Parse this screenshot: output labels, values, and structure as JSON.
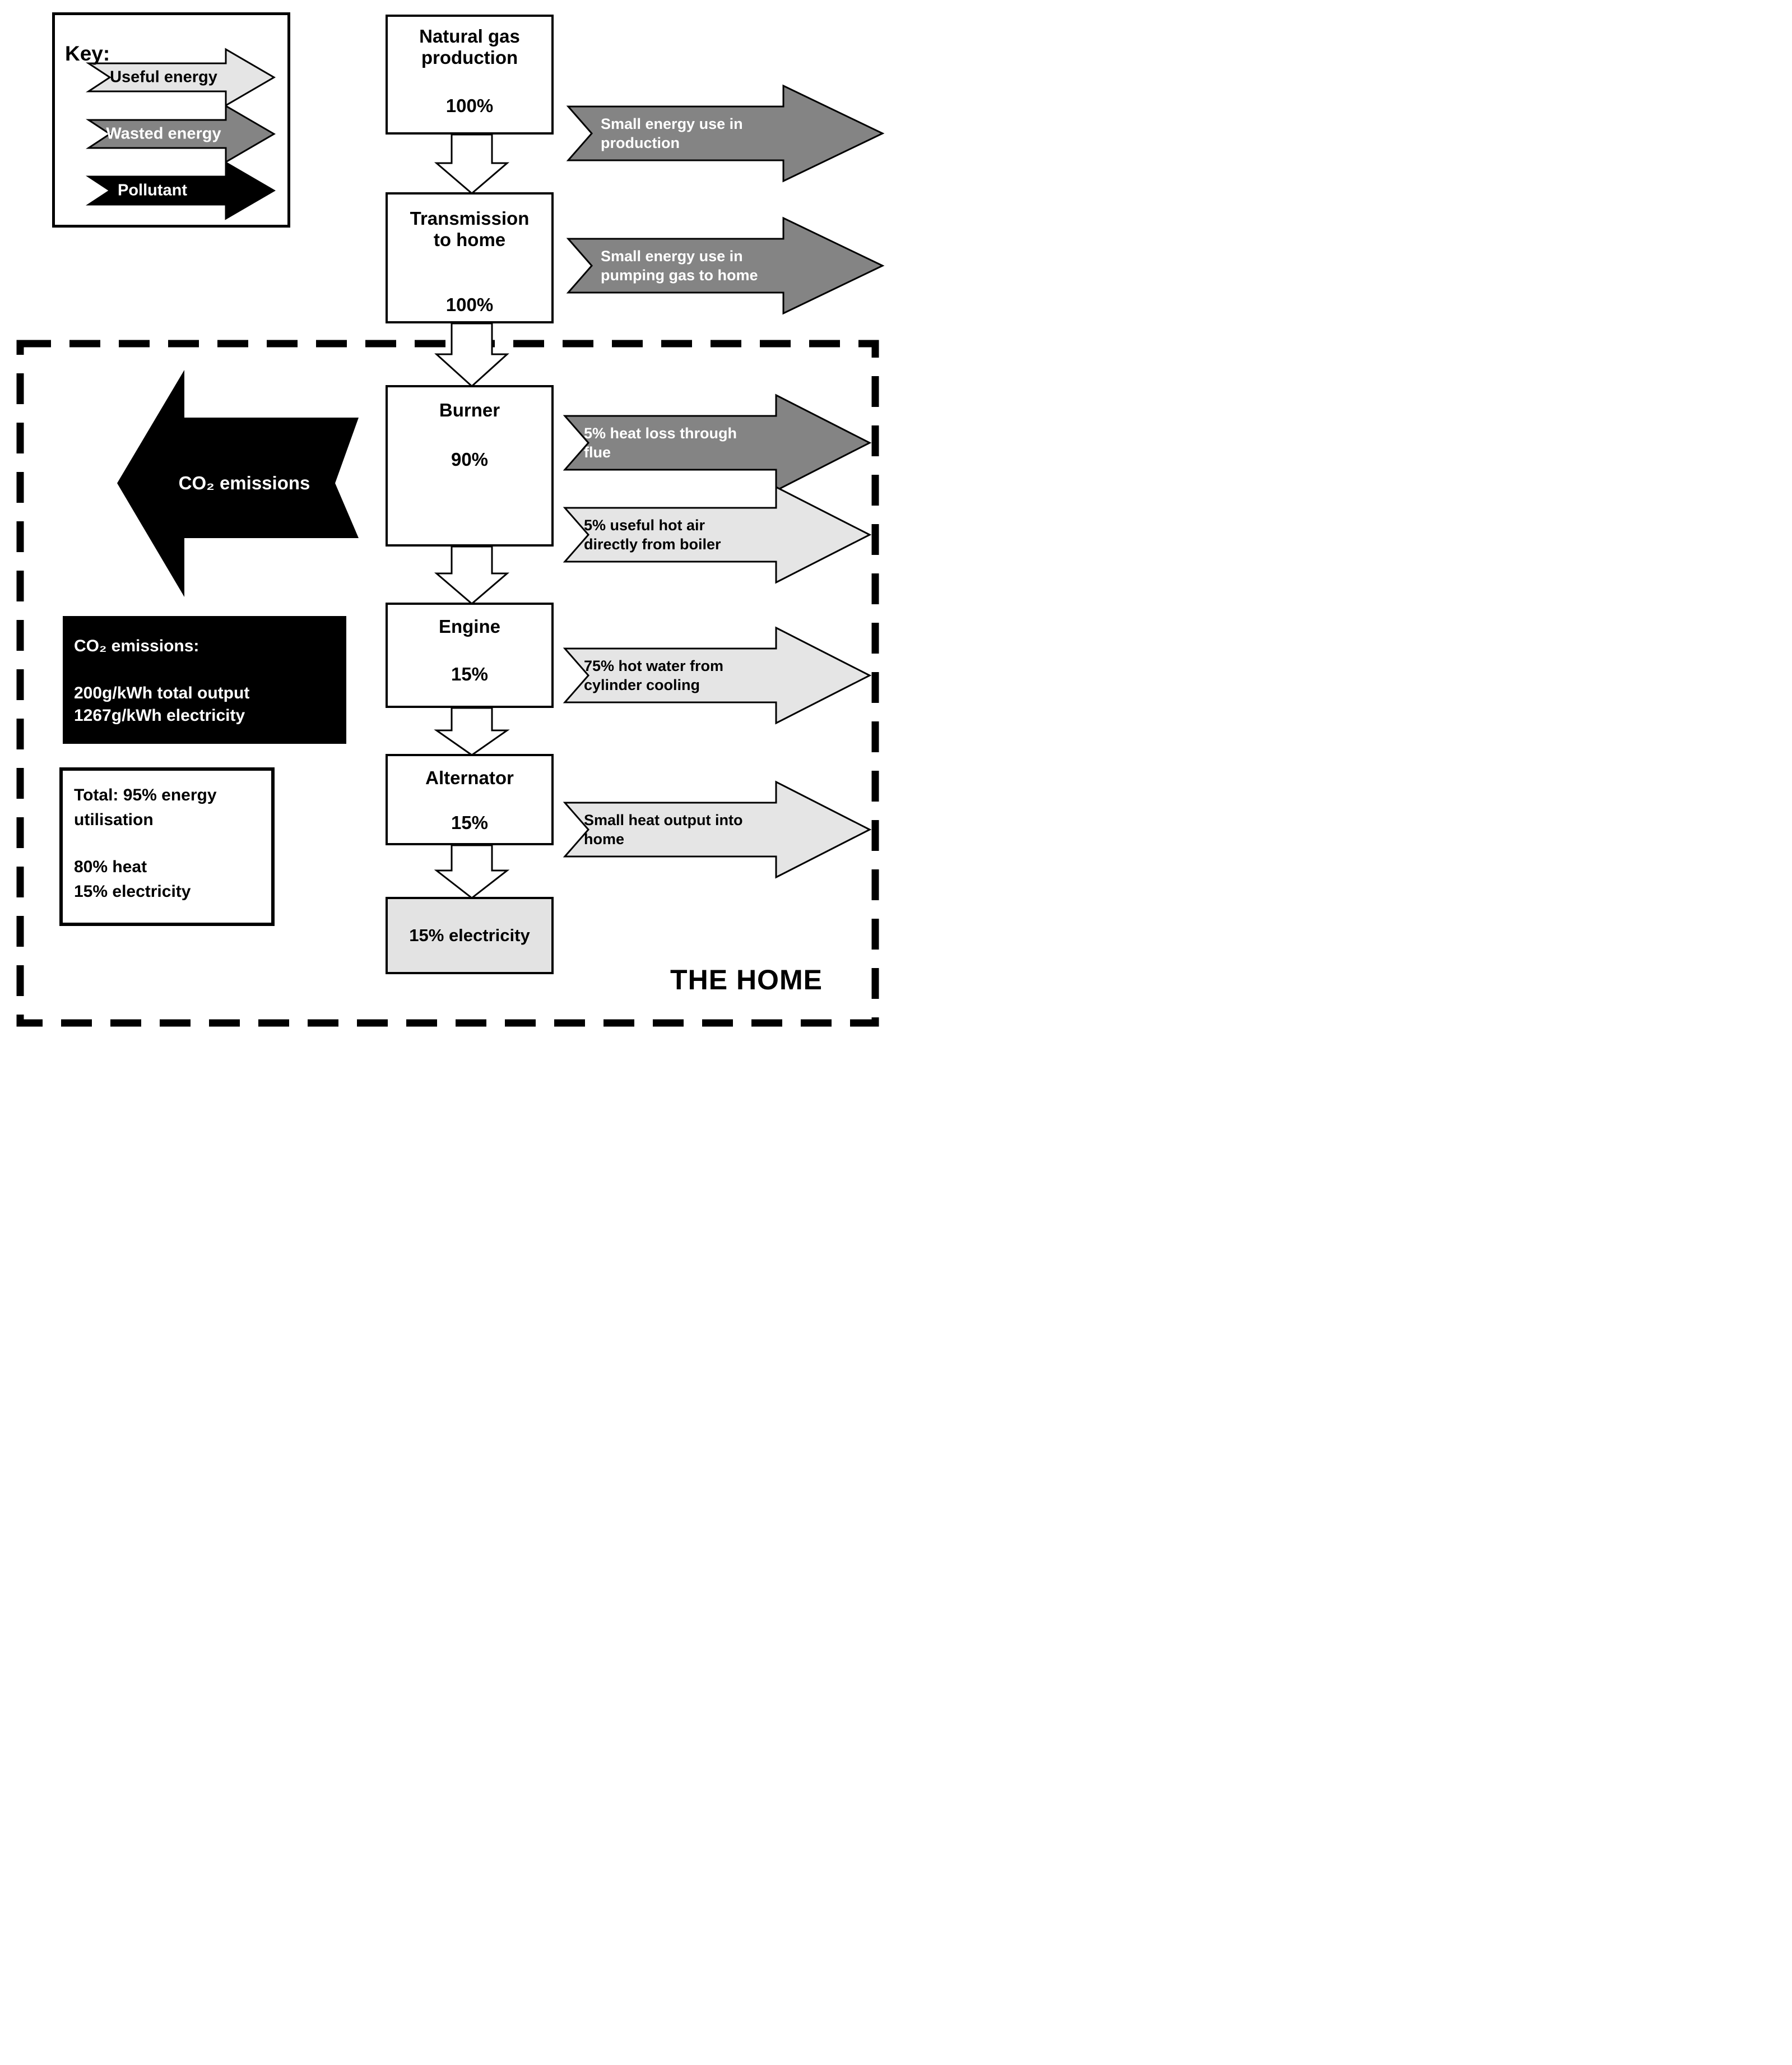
{
  "key": {
    "title": "Key:",
    "items": [
      {
        "label": "Useful energy",
        "type": "useful"
      },
      {
        "label": "Wasted energy",
        "type": "wasted"
      },
      {
        "label": "Pollutant",
        "type": "pollutant"
      }
    ]
  },
  "flow": {
    "stages": [
      {
        "name": "Natural gas\nproduction",
        "value": "100%"
      },
      {
        "name": "Transmission\nto home",
        "value": "100%"
      },
      {
        "name": "Burner",
        "value": "90%"
      },
      {
        "name": "Engine",
        "value": "15%"
      },
      {
        "name": "Alternator",
        "value": "15%"
      }
    ],
    "output_label": "15% electricity"
  },
  "side_arrows": [
    {
      "label": "Small energy use in\nproduction",
      "type": "wasted"
    },
    {
      "label": "Small energy use in\npumping gas to home",
      "type": "wasted"
    },
    {
      "label": "5% heat loss through\nflue",
      "type": "wasted"
    },
    {
      "label": "5% useful hot air\ndirectly from boiler",
      "type": "useful"
    },
    {
      "label": "75% hot water from\ncylinder cooling",
      "type": "useful"
    },
    {
      "label": "Small heat output into\nhome",
      "type": "useful"
    }
  ],
  "co2_arrow": {
    "label": "CO₂ emissions"
  },
  "co2_box": {
    "title": "CO₂ emissions:",
    "line1": "200g/kWh total output",
    "line2": "1267g/kWh electricity"
  },
  "total_box": {
    "line1": "Total: 95% energy\nutilisation",
    "line2": "80% heat\n15% electricity"
  },
  "home": {
    "label": "THE HOME"
  },
  "colors": {
    "useful": "#e5e5e5",
    "wasted": "#848484",
    "pollutant": "#000000",
    "electricity_fill": "#e3e3e3",
    "outline": "#000000"
  }
}
